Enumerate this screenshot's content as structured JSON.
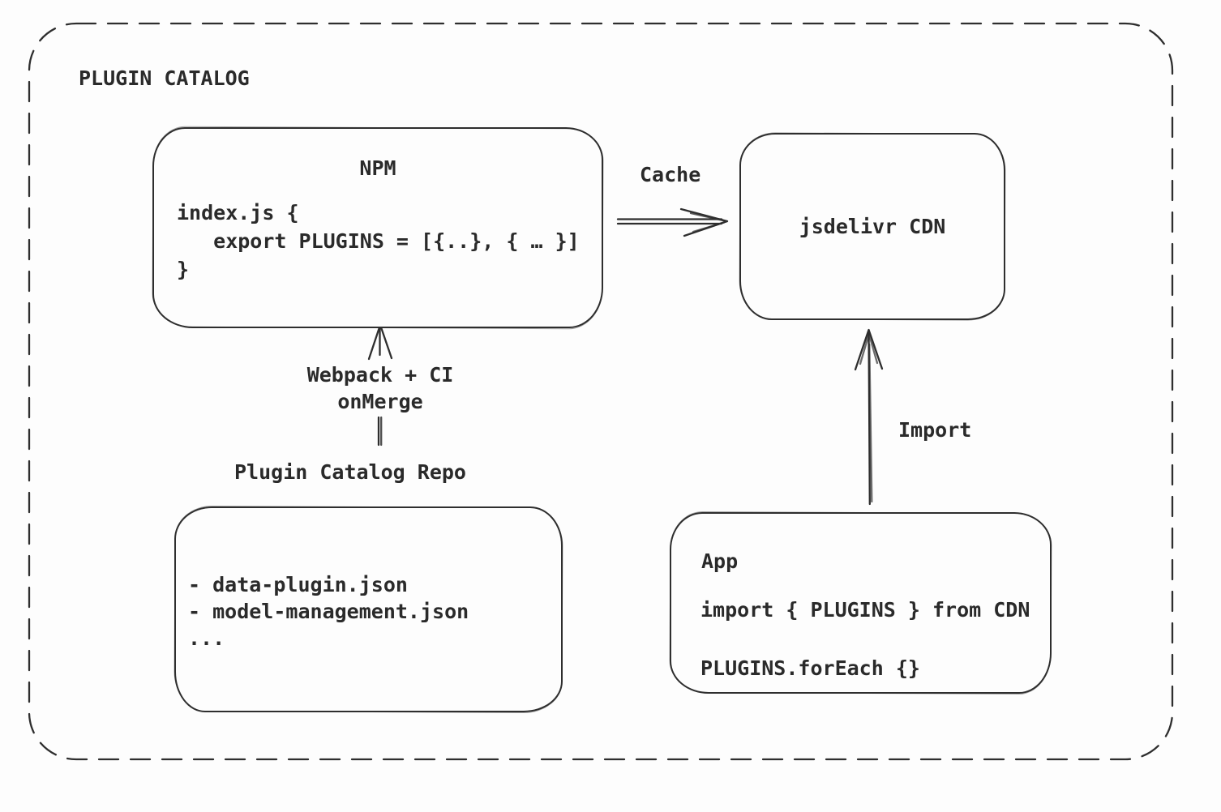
{
  "diagram": {
    "title": "PLUGIN CATALOG",
    "npm": {
      "title": "NPM",
      "code_lines": [
        "index.js {",
        "   export PLUGINS = [{..}, { … }]",
        "}"
      ]
    },
    "cdn": {
      "title": "jsdelivr CDN"
    },
    "repo": {
      "label": "Plugin Catalog Repo",
      "files": [
        "- data-plugin.json",
        "- model-management.json",
        "..."
      ]
    },
    "app": {
      "title": "App",
      "import_line": "import { PLUGINS } from CDN",
      "foreach_line": "PLUGINS.forEach {}"
    },
    "arrows": {
      "cache_label": "Cache",
      "merge_label_lines": [
        "Webpack + CI",
        "onMerge"
      ],
      "import_label": "Import"
    },
    "colors": {
      "stroke": "#2e2e2e",
      "background": "#fdfdfd"
    }
  }
}
